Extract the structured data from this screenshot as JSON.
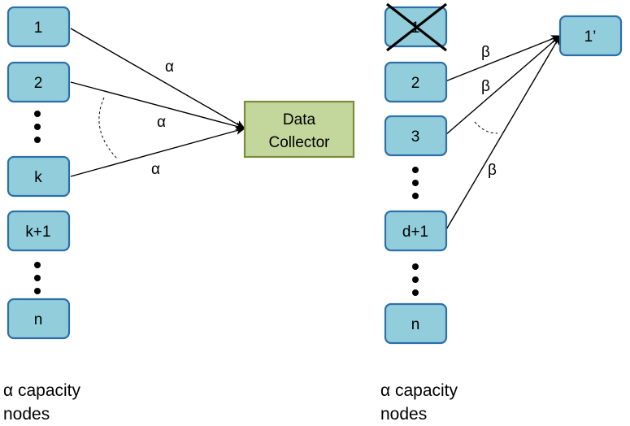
{
  "left": {
    "nodes": [
      "1",
      "2",
      "k",
      "k+1",
      "n"
    ],
    "edge_labels": [
      "α",
      "α",
      "α"
    ],
    "collector": [
      "Data",
      "Collector"
    ],
    "caption": [
      "α capacity",
      "nodes"
    ]
  },
  "right": {
    "failed_node": "1",
    "nodes": [
      "2",
      "3",
      "d+1",
      "n"
    ],
    "edge_labels": [
      "β",
      "β",
      "β"
    ],
    "newcomer": "1’",
    "caption": [
      "α capacity",
      "nodes"
    ]
  },
  "colors": {
    "node_fill": "#92cddc",
    "node_stroke": "#2d6fa8",
    "collector_fill": "#c3d69b",
    "collector_stroke": "#7a8d3a"
  }
}
